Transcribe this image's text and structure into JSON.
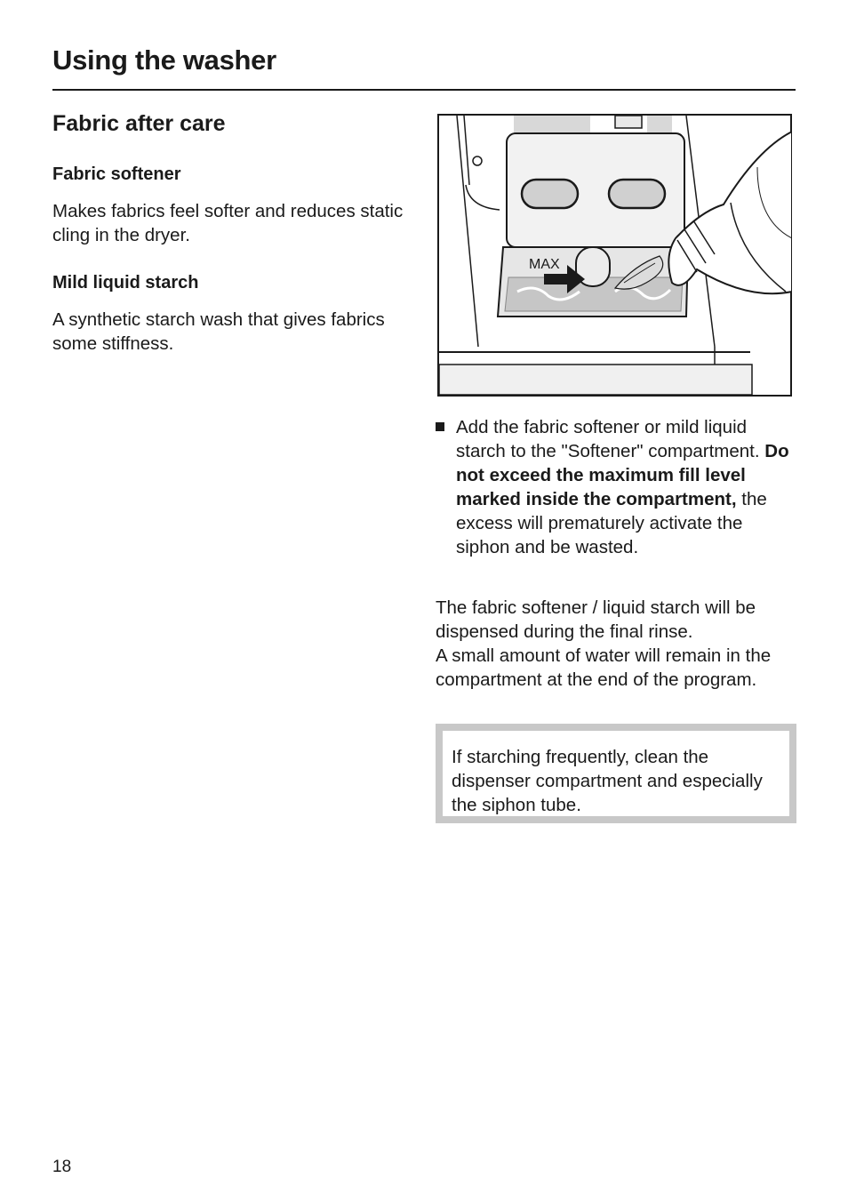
{
  "header": {
    "title": "Using the washer"
  },
  "section": {
    "heading": "Fabric after care",
    "items": [
      {
        "heading": "Fabric softener",
        "text": "Makes fabrics feel softer and reduces static cling in the dryer."
      },
      {
        "heading": "Mild liquid starch",
        "text": "A synthetic starch wash that gives fabrics some stiffness."
      }
    ]
  },
  "illustration": {
    "max_label": "MAX"
  },
  "instructions": {
    "bullet_plain_1": "Add the fabric softener or mild liquid starch to the \"Softener\" compartment.",
    "bullet_bold": "Do not exceed the maximum fill level marked inside the compartment,",
    "bullet_plain_2": "the excess will prematurely activate the siphon and be wasted.",
    "para_1": "The fabric softener / liquid starch will be dispensed during the final rinse.",
    "para_2": "A small amount of water will remain in the compartment at the end of the program.",
    "note": "If starching frequently, clean the dispenser compartment and especially the siphon tube."
  },
  "footer": {
    "page_number": "18"
  }
}
